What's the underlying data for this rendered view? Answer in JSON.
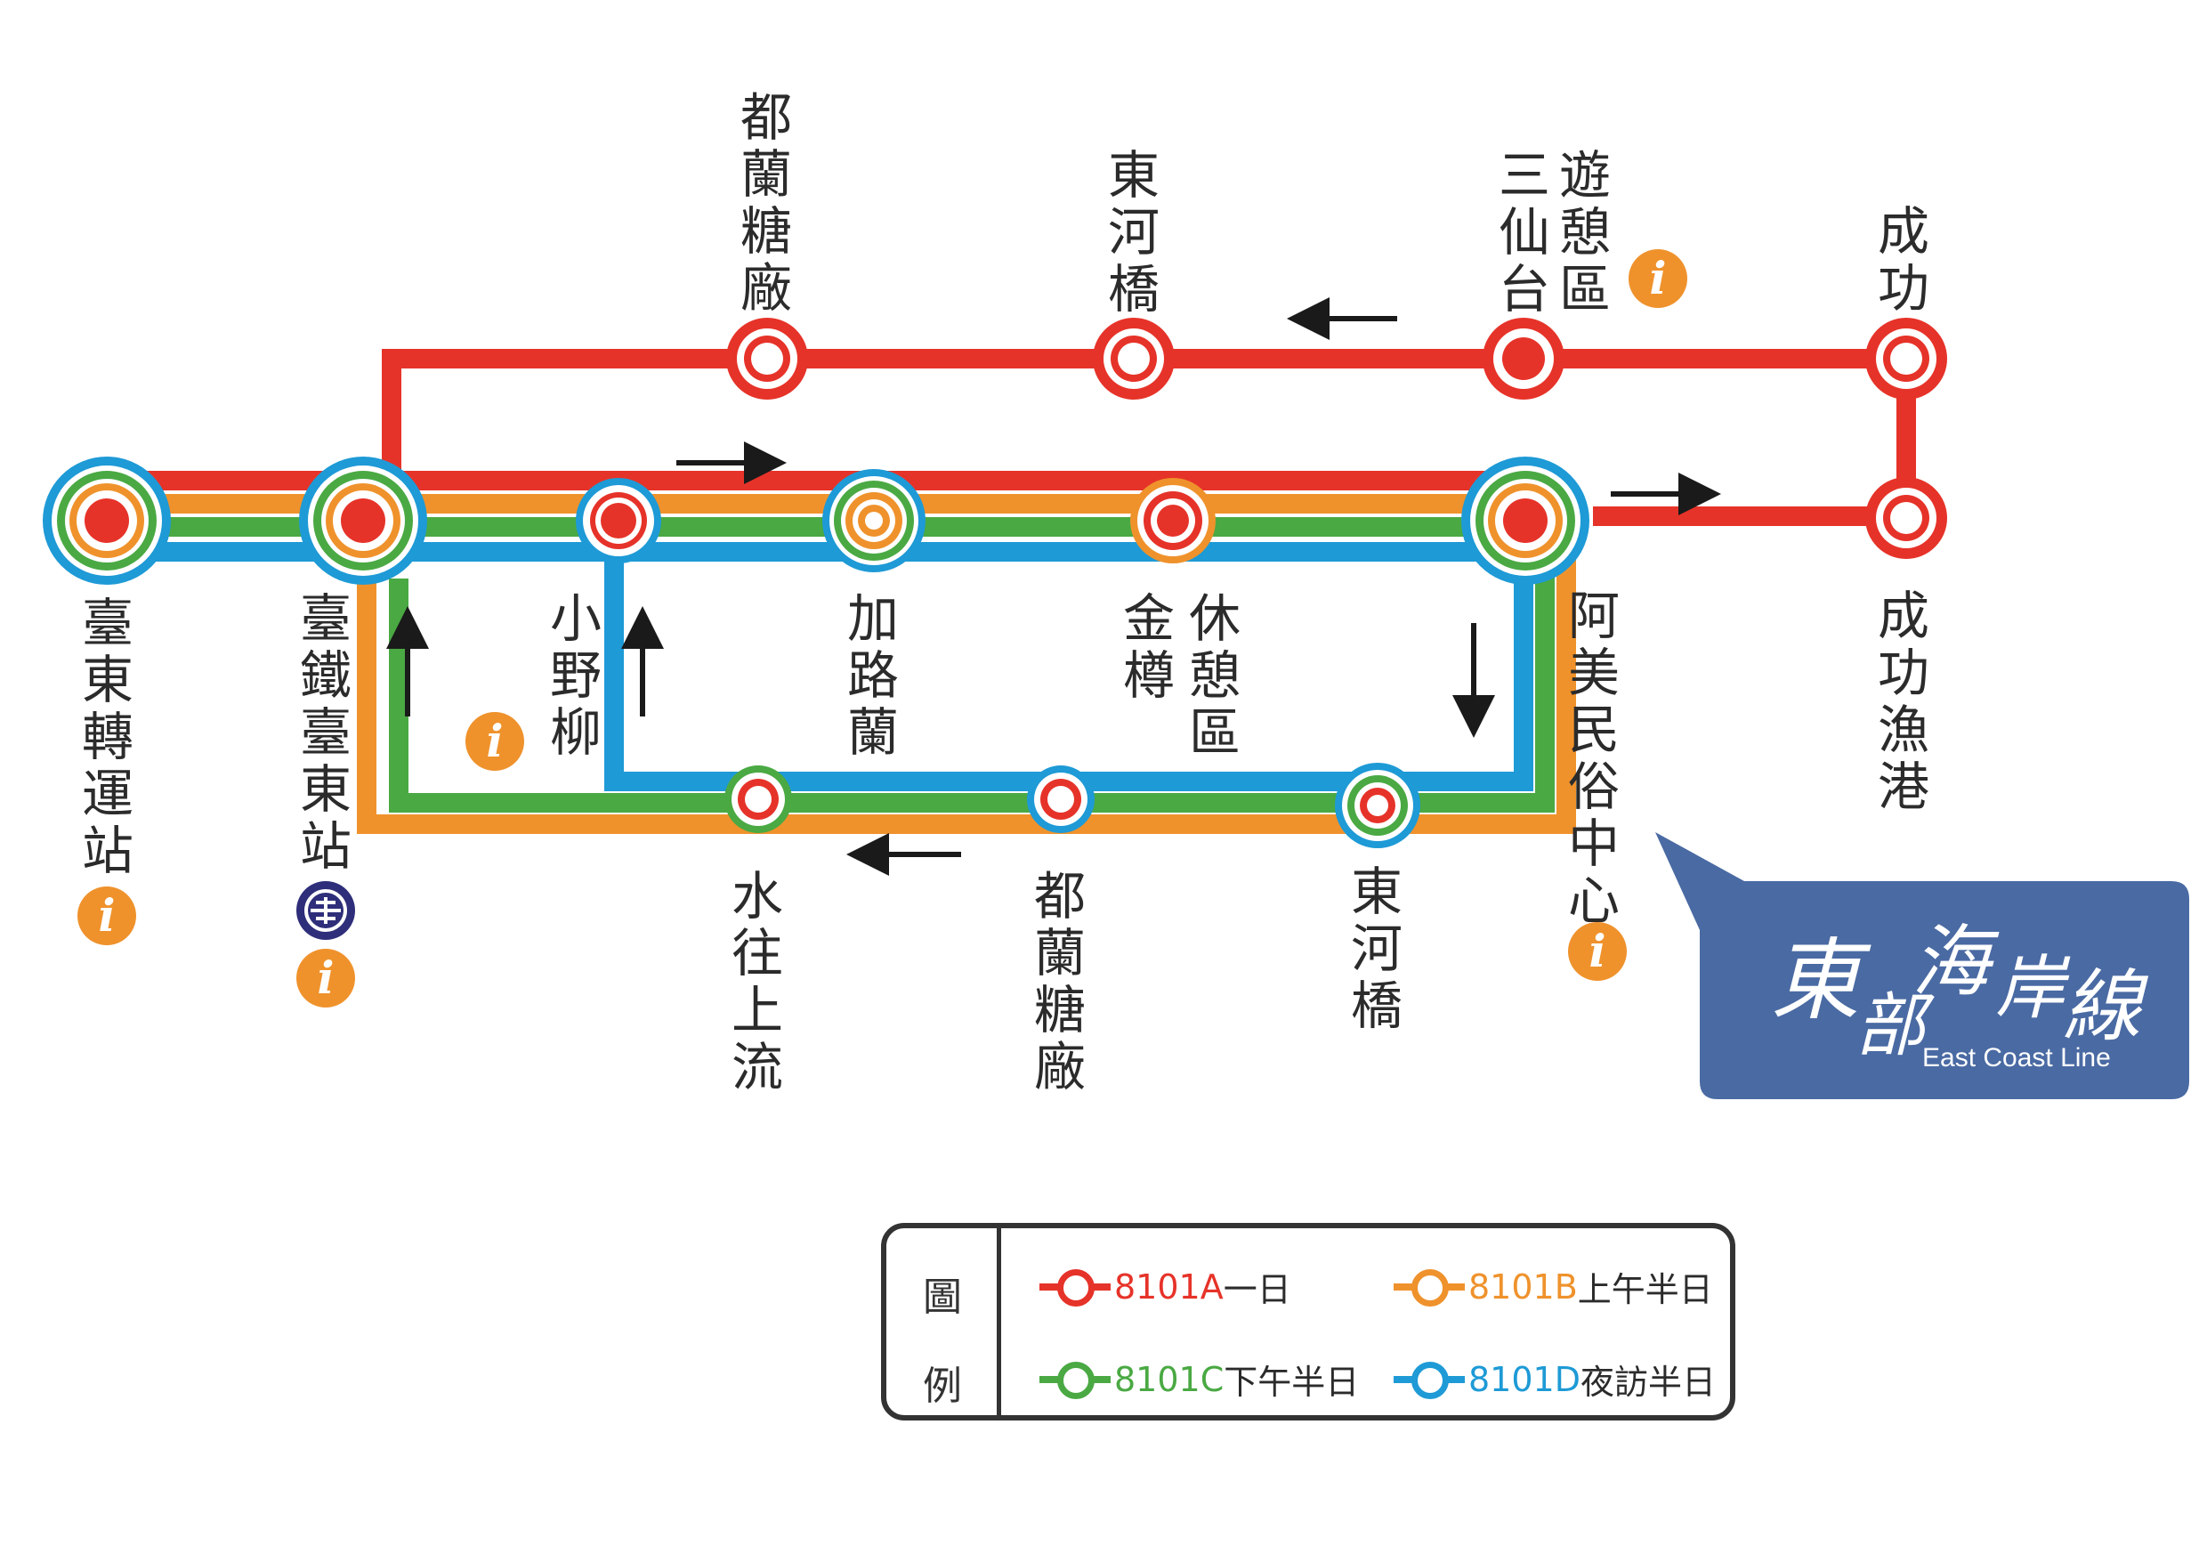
{
  "colors": {
    "red": "#e63329",
    "orange": "#ef922c",
    "green": "#4aa943",
    "blue": "#1e9ad6",
    "callout": "#4a6aa3",
    "rail": "#2e2e7a"
  },
  "stations": {
    "taitung_transfer": "臺東轉運站",
    "taitung_rail": "臺鐵臺東站",
    "xiaoyeliu": "小野柳",
    "jialulan": "加路蘭",
    "jinzun": "金樽",
    "jinzun_rest": "休憩區",
    "amis": "阿美民俗中心",
    "chenggong_port": "成功漁港",
    "chenggong": "成功",
    "sanxiantai": "三仙台",
    "sanxiantai_rest": "遊憩區",
    "donghe_top": "東河橋",
    "dulan_top": "都蘭糖廠",
    "donghe_bottom": "東河橋",
    "dulan_bottom": "都蘭糖廠",
    "shuiwang": "水往上流"
  },
  "icons": {
    "info": "i",
    "info_icon": "tourist-info-icon",
    "rail_icon": "taiwan-railway-logo-icon"
  },
  "callout": {
    "title_cn": [
      "東",
      "部",
      "海",
      "岸",
      "線"
    ],
    "title_en": "East Coast Line"
  },
  "legend": {
    "title": [
      "圖",
      "例"
    ],
    "items": [
      {
        "code": "8101A",
        "name": "一日",
        "color": "#e63329"
      },
      {
        "code": "8101B",
        "name": "上午半日",
        "color": "#ef922c"
      },
      {
        "code": "8101C",
        "name": "下午半日",
        "color": "#4aa943"
      },
      {
        "code": "8101D",
        "name": "夜訪半日",
        "color": "#1e9ad6"
      }
    ]
  }
}
